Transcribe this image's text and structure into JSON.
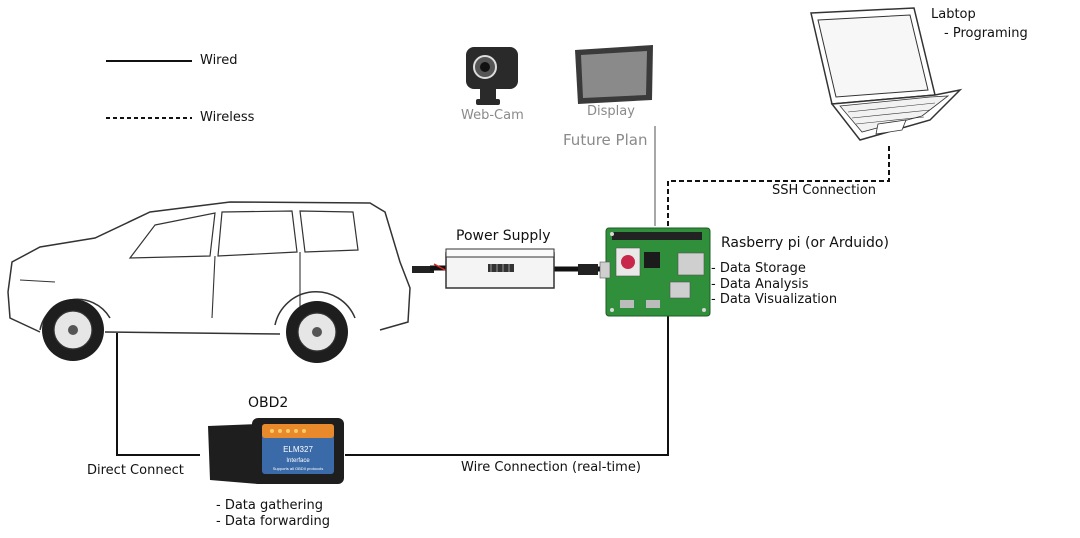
{
  "legend": {
    "wired": "Wired",
    "wireless": "Wireless"
  },
  "future_plan": {
    "title": "Future Plan",
    "webcam_label": "Web-Cam",
    "display_label": "Display"
  },
  "laptop": {
    "title": "Labtop",
    "items": [
      "Programing"
    ]
  },
  "ssh_connection": "SSH Connection",
  "power_supply": "Power Supply",
  "raspberry_pi": {
    "title": "Rasberry pi (or Arduido)",
    "items": [
      "Data Storage",
      "Data Analysis",
      "Data Visualization"
    ]
  },
  "obd2": {
    "title": "OBD2",
    "items": [
      "Data gathering",
      "Data forwarding"
    ],
    "device_text": [
      "ELM327",
      "Interface",
      "Supports all OBDII protocols"
    ]
  },
  "direct_connect": "Direct Connect",
  "wire_connection": "Wire Connection (real-time)",
  "colors": {
    "line": "#111111",
    "future_gray": "#8a8a8a",
    "pcb_green": "#2f8f3a",
    "obd_orange": "#e8892b",
    "obd_blue": "#3a6aa8"
  }
}
